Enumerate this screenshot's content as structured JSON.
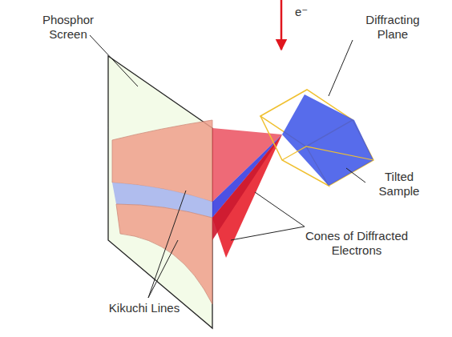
{
  "diagram": {
    "labels": [
      "Phosphor Screen",
      "e⁻",
      "Diffracting Plane",
      "Tilted Sample",
      "Cones of Diffracted Electrons",
      "Kikuchi Lines"
    ]
  }
}
